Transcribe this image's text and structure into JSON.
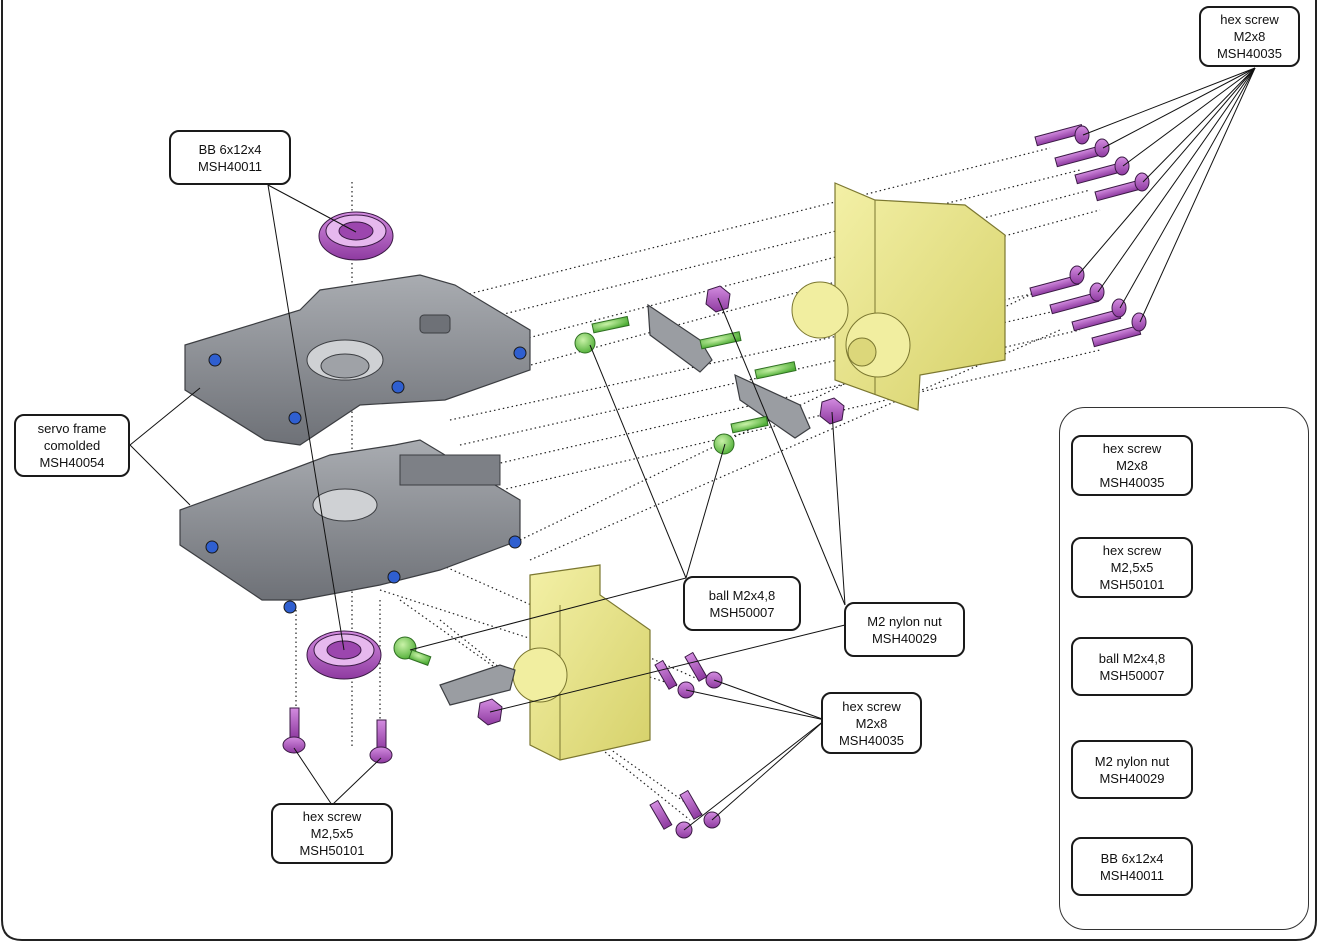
{
  "labels": {
    "hex_m2x8_top": [
      "hex screw",
      "M2x8",
      "MSH40035"
    ],
    "bb_top": [
      "BB 6x12x4",
      "MSH40011"
    ],
    "servo_frame": [
      "servo frame",
      "comolded",
      "MSH40054"
    ],
    "ball": [
      "ball M2x4,8",
      "MSH50007"
    ],
    "nylon_nut": [
      "M2 nylon nut",
      "MSH40029"
    ],
    "hex_m2x8_bottom": [
      "hex screw",
      "M2x8",
      "MSH40035"
    ],
    "hex_m25x5": [
      "hex screw",
      "M2,5x5",
      "MSH50101"
    ]
  },
  "legend": [
    {
      "icon": "hex-screw-long-icon",
      "lines": [
        "hex screw",
        "M2x8",
        "MSH40035"
      ]
    },
    {
      "icon": "hex-screw-short-icon",
      "lines": [
        "hex screw",
        "M2,5x5",
        "MSH50101"
      ]
    },
    {
      "icon": "ball-stud-icon",
      "lines": [
        "ball M2x4,8",
        "MSH50007"
      ]
    },
    {
      "icon": "nylon-nut-icon",
      "lines": [
        "M2 nylon nut",
        "MSH40029"
      ]
    },
    {
      "icon": "ball-bearing-icon",
      "lines": [
        "BB 6x12x4",
        "MSH40011"
      ]
    }
  ],
  "colors": {
    "frame": "#8c8f94",
    "servo": "#ece88a",
    "screw": "#b04fc0",
    "ball": "#7fd45a",
    "washer": "#2f5fd0",
    "arm": "#9a9da2"
  }
}
